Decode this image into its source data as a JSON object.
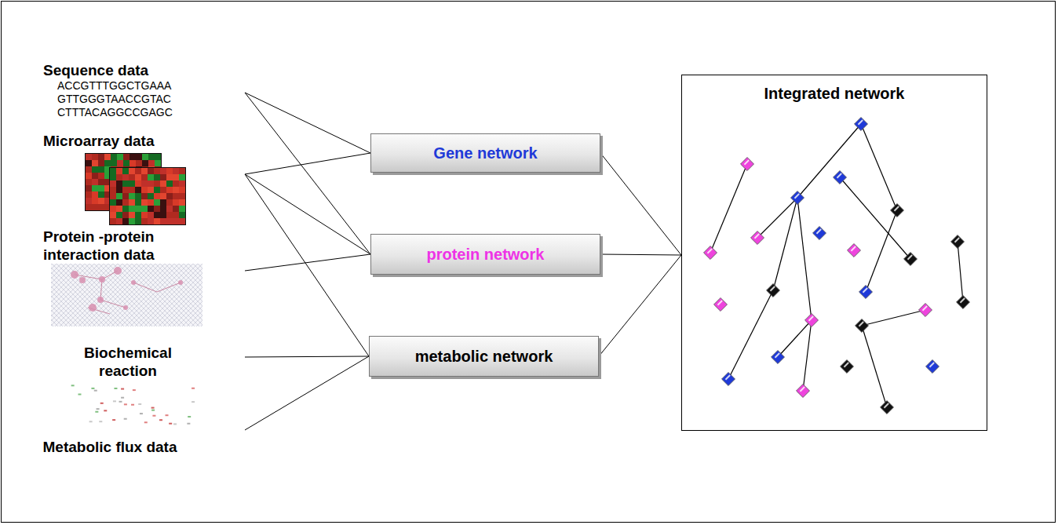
{
  "diagram": {
    "nodes": [
      {
        "text": [
          "Sequence data",
          "ACCGTTTGGCTGAAA GTTGGGTAACCGTAC CTTTACAGGCCGAGC"
        ]
      },
      {
        "text": [
          "Microarray data"
        ]
      },
      {
        "text": [
          "Protein -protein interaction data"
        ]
      },
      {
        "text": [
          "Biochemical reaction"
        ]
      },
      {
        "text": [
          "Metabolic flux data"
        ]
      },
      {
        "text": [
          "Gene network"
        ]
      },
      {
        "text": [
          "protein network"
        ]
      },
      {
        "text": [
          "metabolic network"
        ]
      },
      {
        "text": [
          "Integrated network"
        ]
      }
    ],
    "edges": [
      {
        "from": 0,
        "to": 5,
        "arrow": "none"
      },
      {
        "from": 0,
        "to": 6,
        "arrow": "none"
      },
      {
        "from": 1,
        "to": 5,
        "arrow": "none"
      },
      {
        "from": 1,
        "to": 6,
        "arrow": "none"
      },
      {
        "from": 1,
        "to": 7,
        "arrow": "none"
      },
      {
        "from": 2,
        "to": 6,
        "arrow": "none"
      },
      {
        "from": 3,
        "to": 7,
        "arrow": "none"
      },
      {
        "from": 4,
        "to": 7,
        "arrow": "none"
      },
      {
        "from": 5,
        "to": 8,
        "arrow": "none"
      },
      {
        "from": 6,
        "to": 8,
        "arrow": "none"
      },
      {
        "from": 7,
        "to": 8,
        "arrow": "none"
      }
    ]
  }
}
